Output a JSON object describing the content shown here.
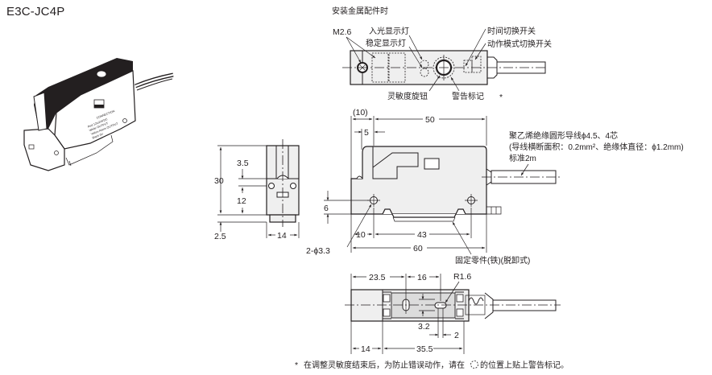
{
  "model": "E3C-JC4P",
  "product_label": {
    "heading": "CONNECTION",
    "lines": [
      "Red 12to24VDC",
      "White OUTPUT",
      "Yellow Alarm OUTPUT",
      "Black 0V"
    ]
  },
  "top_view": {
    "caption": "安装金属配件时",
    "screw": "M2.6",
    "incident_light_indicator": "入光显示灯",
    "stability_indicator": "稳定显示灯",
    "timer_switch": "时间切换开关",
    "mode_switch": "动作模式切换开关",
    "sensitivity_knob": "灵敏度旋钮",
    "warning_mark": "警告标记",
    "asterisk": "*"
  },
  "side_view": {
    "dim_30": "30",
    "dim_3_5": "3.5",
    "dim_12": "12",
    "dim_2_5": "2.5",
    "dim_14": "14"
  },
  "front_view": {
    "dim_10_paren": "(10)",
    "dim_50": "50",
    "dim_5": "5",
    "dim_6": "6",
    "dim_10": "10",
    "dim_43": "43",
    "dim_60": "60",
    "holes": "2-ϕ3.3",
    "bracket": "固定零件(铁)(脱卸式)",
    "cable_line1": "聚乙烯绝缘圆形导线ϕ4.5、4芯",
    "cable_line2": "(导线横断面积：0.2mm²、绝缘体直径：ϕ1.2mm)",
    "cable_line3": "标准2m"
  },
  "bottom_view": {
    "dim_23_5": "23.5",
    "dim_16": "16",
    "radius": "R1.6",
    "dim_3_2": "3.2",
    "dim_2": "2",
    "dim_14": "14",
    "dim_35_5": "35.5"
  },
  "footnote": {
    "star": "*",
    "before": "在调整灵敏度结束后，为防止错误动作，请在",
    "after": "的位置上贴上警告标记。"
  },
  "colors": {
    "ink": "#231f20",
    "body_fill": "#efefef",
    "background": "#ffffff"
  }
}
